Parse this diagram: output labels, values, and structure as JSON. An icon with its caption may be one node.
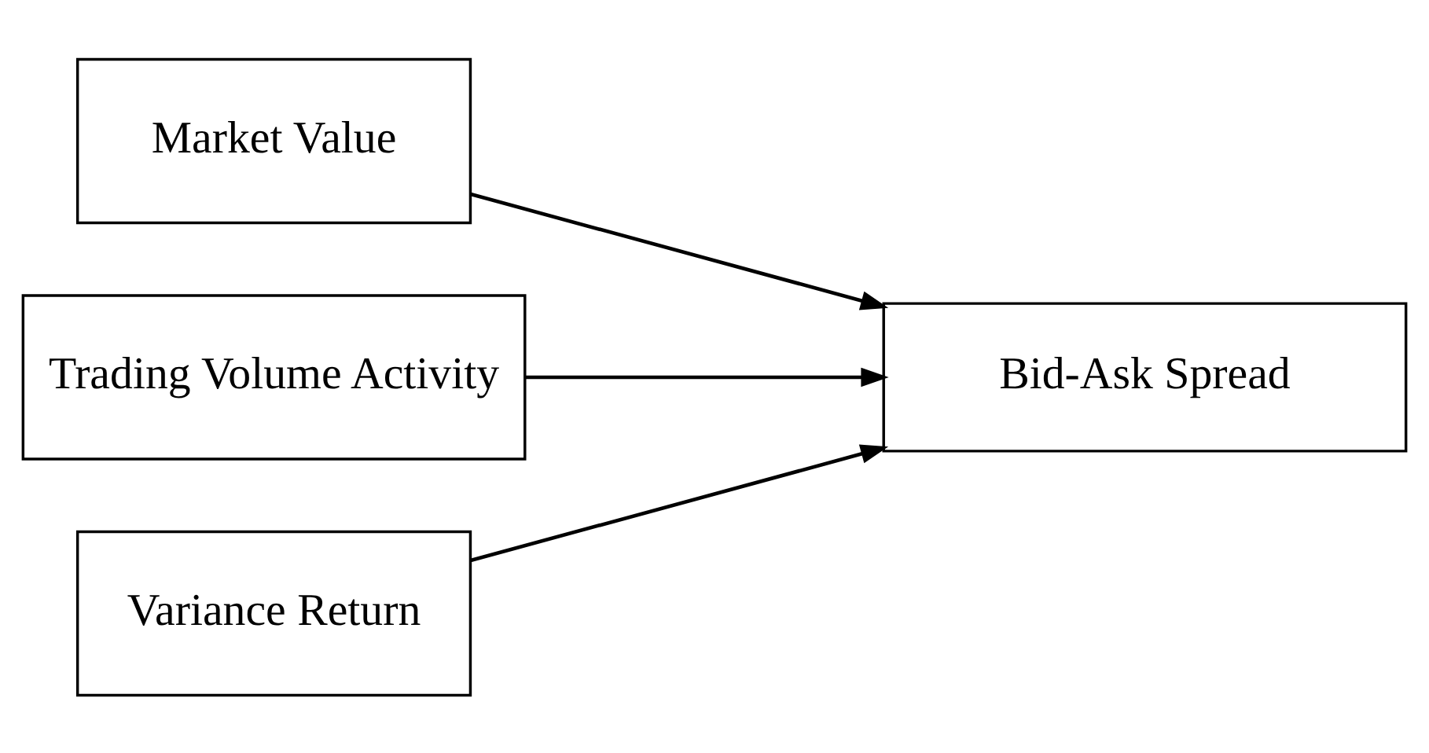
{
  "diagram": {
    "nodes": [
      {
        "text": [
          "Market Value"
        ]
      },
      {
        "text": [
          "Trading Volume Activity"
        ]
      },
      {
        "text": [
          "Variance Return"
        ]
      },
      {
        "text": [
          "Bid-Ask Spread"
        ]
      }
    ],
    "edges": [
      {
        "from": 0,
        "to": 3,
        "arrow": "to"
      },
      {
        "from": 1,
        "to": 3,
        "arrow": "to"
      },
      {
        "from": 2,
        "to": 3,
        "arrow": "to"
      }
    ]
  }
}
